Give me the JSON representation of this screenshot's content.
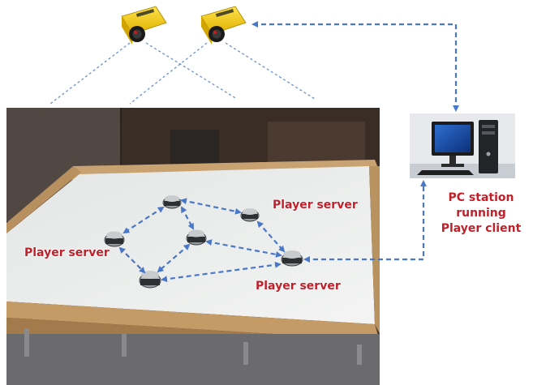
{
  "labels": {
    "top_server": "Player server",
    "left_server": "Player server",
    "bottom_server": "Player server",
    "pc_caption": [
      "PC station",
      "running",
      "Player client"
    ]
  },
  "colors": {
    "arrow": "#4a78c8",
    "label": "#c0202a",
    "camera_body": "#f2c80a",
    "board_surface": "#eceeed",
    "frame_wood": "#c9a272"
  },
  "icons": [
    "camera-icon",
    "robot-icon",
    "pc-station-icon"
  ]
}
